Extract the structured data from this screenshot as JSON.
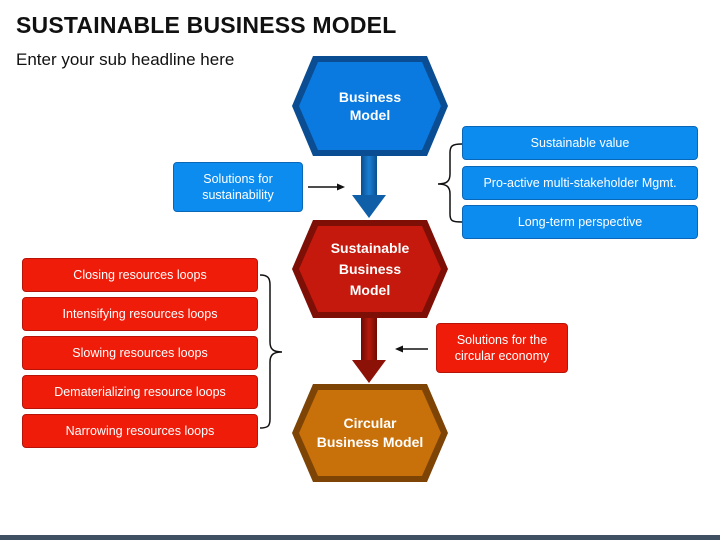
{
  "header": {
    "title": "SUSTAINABLE BUSINESS MODEL",
    "subtitle": "Enter your sub headline here"
  },
  "colors": {
    "blue": "#0a7ae0",
    "blue_box": "#0d8cf0",
    "dark_red": "#c4190c",
    "red_box": "#f01c0a",
    "brown": "#c87009",
    "bracket": "#111111"
  },
  "hexagons": [
    {
      "label": "Business\nModel"
    },
    {
      "label": "Sustainable\nBusiness\nModel"
    },
    {
      "label": "Circular\nBusiness Model"
    }
  ],
  "left_blue_box": "Solutions for\nsustainability",
  "right_blue_boxes": [
    "Sustainable value",
    "Pro-active multi-stakeholder Mgmt.",
    "Long-term perspective"
  ],
  "left_red_boxes": [
    "Closing resources loops",
    "Intensifying resources loops",
    "Slowing resources loops",
    "Dematerializing resource loops",
    "Narrowing resources loops"
  ],
  "right_red_box": "Solutions for the\ncircular economy"
}
